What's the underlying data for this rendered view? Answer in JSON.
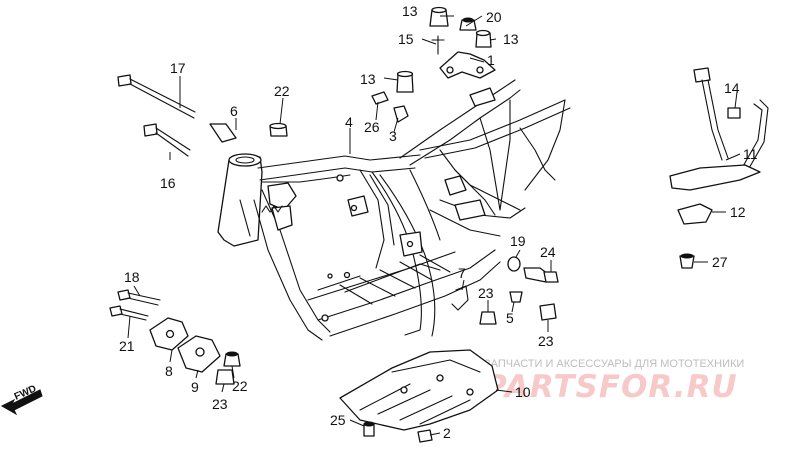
{
  "callouts": {
    "c1": "1",
    "c2": "2",
    "c3": "3",
    "c4": "4",
    "c5": "5",
    "c6": "6",
    "c7": "7",
    "c8": "8",
    "c9": "9",
    "c10": "10",
    "c11": "11",
    "c12": "12",
    "c13a": "13",
    "c13b": "13",
    "c13c": "13",
    "c14": "14",
    "c15": "15",
    "c16": "16",
    "c17": "17",
    "c18": "18",
    "c19": "19",
    "c20": "20",
    "c21": "21",
    "c22a": "22",
    "c22b": "22",
    "c23a": "23",
    "c23b": "23",
    "c23c": "23",
    "c24": "24",
    "c25": "25",
    "c26": "26",
    "c27": "27"
  },
  "direction_label": "FWD",
  "watermark": {
    "tagline": "ЗАПЧАСТИ И АКСЕССУАРЫ ДЛЯ МОТОТЕХНИКИ",
    "brand": "PARTSFOR.RU"
  }
}
